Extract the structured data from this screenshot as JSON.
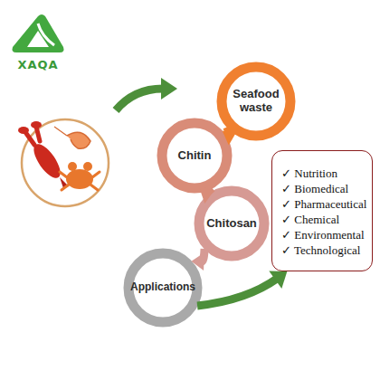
{
  "diagram": {
    "nodes": [
      {
        "text": [
          "Seafood waste"
        ]
      },
      {
        "text": [
          "Chitin"
        ]
      },
      {
        "text": [
          "Chitosan"
        ]
      },
      {
        "text": [
          "Applications"
        ]
      },
      {
        "text": [
          "✓ Nutrition",
          "✓ Biomedical",
          "✓ Pharmaceutical",
          "✓ Chemical",
          "✓ Environmental",
          "✓ Technological"
        ]
      }
    ],
    "edges": [
      {
        "from": 0,
        "to": 1,
        "arrow": "to"
      },
      {
        "from": 1,
        "to": 2,
        "arrow": "to"
      },
      {
        "from": 2,
        "to": 3,
        "arrow": "to"
      },
      {
        "from": 3,
        "to": 4,
        "arrow": "to"
      }
    ],
    "labels": [
      "XAQA"
    ]
  }
}
